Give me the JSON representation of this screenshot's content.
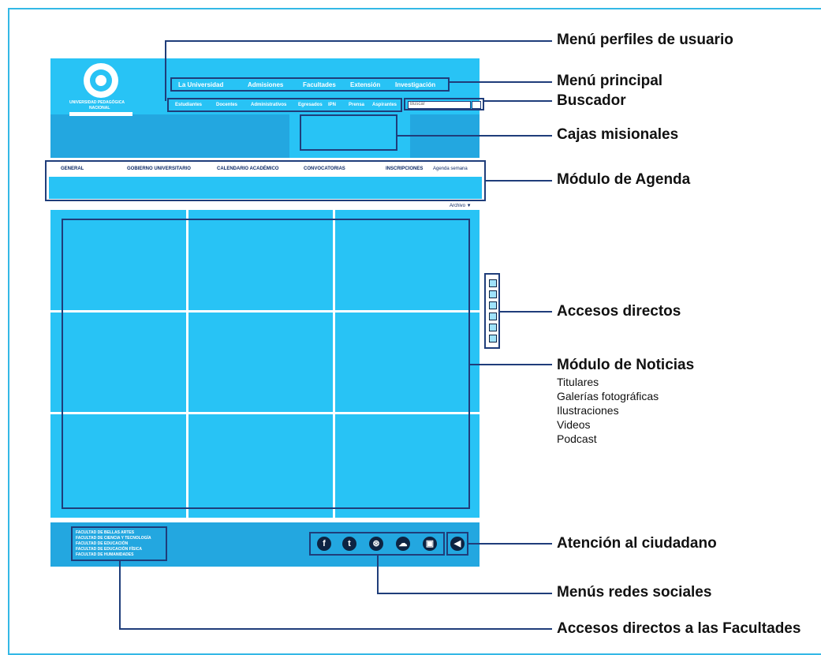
{
  "site": {
    "header": {
      "logo_text_1": "UNIVERSIDAD PEDAGÓGICA",
      "logo_text_2": "NACIONAL",
      "main_menu": [
        "La Universidad",
        "Admisiones",
        "Facultades",
        "Extensión",
        "Investigación"
      ],
      "user_menu": [
        "Estudiantes",
        "Docentes",
        "Administrativos",
        "Egresados",
        "IPN",
        "Prensa",
        "Aspirantes"
      ],
      "search_placeholder": "Buscar"
    },
    "agenda": {
      "tabs": [
        "GENERAL",
        "GOBIERNO UNIVERSITARIO",
        "CALENDARIO ACADÉMICO",
        "CONVOCATORIAS",
        "INSCRIPCIONES"
      ],
      "side_link": "Agenda semana",
      "more_link": "Archivo ▼"
    },
    "footer": {
      "faculties": [
        "FACULTAD DE BELLAS ARTES",
        "FACULTAD DE CIENCIA Y TECNOLOGÍA",
        "FACULTAD DE EDUCACIÓN",
        "FACULTAD DE EDUCACIÓN FÍSICA",
        "FACULTAD DE HUMANIDADES"
      ]
    }
  },
  "labels": {
    "user_profiles_menu": "Menú perfiles de usuario",
    "main_menu": "Menú principal",
    "search": "Buscador",
    "mission_boxes": "Cajas misionales",
    "agenda_module": "Módulo de Agenda",
    "shortcuts": "Accesos directos",
    "news_module": "Módulo de Noticias",
    "news_items": [
      "Titulares",
      "Galerías fotográficas",
      "Ilustraciones",
      "Videos",
      "Podcast"
    ],
    "citizen_attention": "Atención al ciudadano",
    "social_menus": "Menús redes sociales",
    "faculty_shortcuts": "Accesos directos a las Facultades"
  }
}
